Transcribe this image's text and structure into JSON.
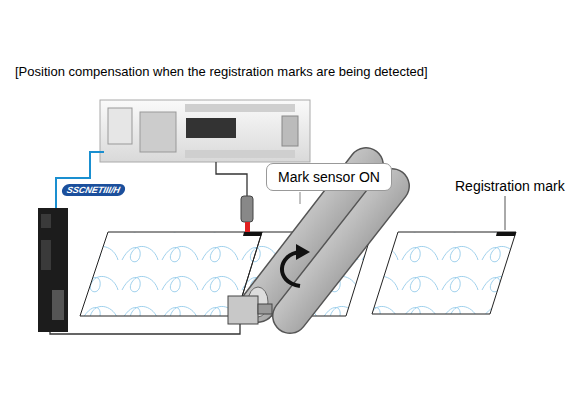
{
  "diagram": {
    "title": "[Position compensation when the registration marks are being detected]",
    "nodes": [
      {
        "text": [
          "Mark sensor ON"
        ]
      }
    ],
    "labels": [
      "Registration mark",
      "SSCNETIII/H"
    ]
  }
}
